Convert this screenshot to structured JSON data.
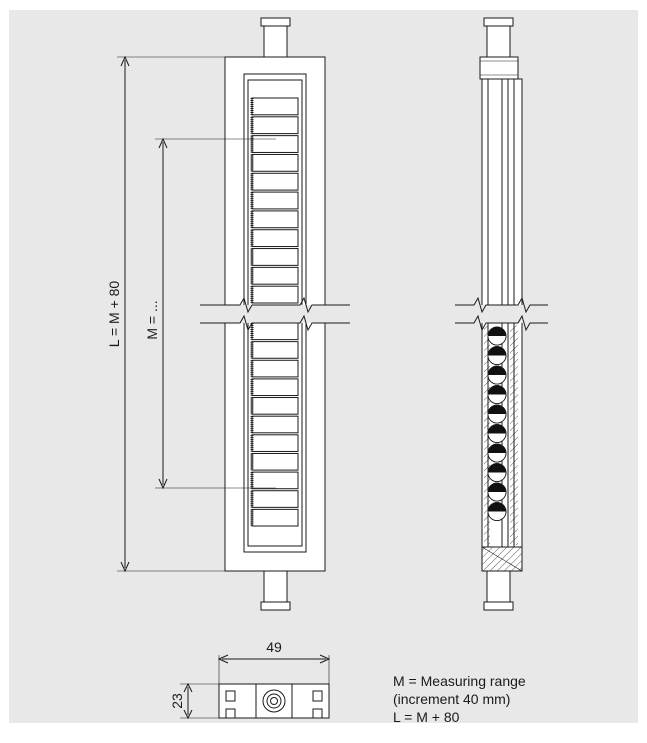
{
  "drawing": {
    "background": "#e8e8e8",
    "line_color": "#1a1a1a",
    "dimension_total_label": "L = M + 80",
    "dimension_measuring_label": "M = ...",
    "width_label": "49",
    "height_label": "23"
  },
  "legend": {
    "line1": "M = Measuring range",
    "line2": "(increment 40 mm)",
    "line3": "L = M + 80"
  }
}
